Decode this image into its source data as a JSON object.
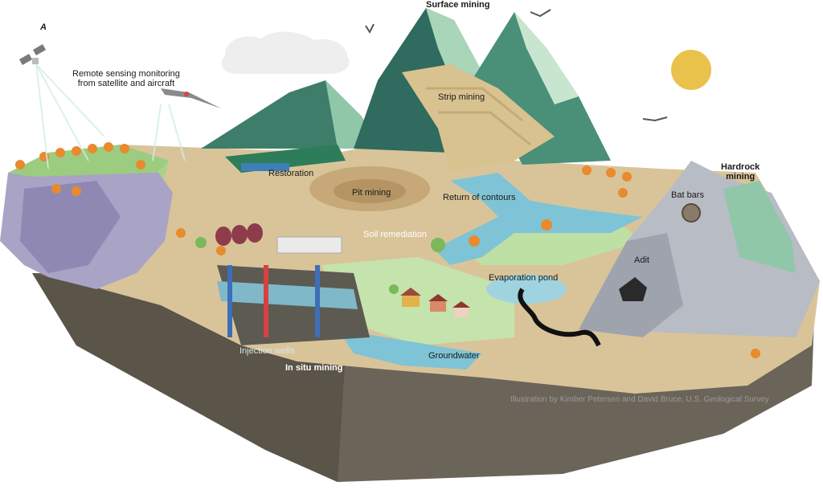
{
  "panel_label": "A",
  "labels": {
    "surface_mining": "Surface mining",
    "remote_sensing": [
      "Remote sensing monitoring",
      "from satellite and aircraft"
    ],
    "strip_mining": "Strip mining",
    "restoration": "Restoration",
    "pit_mining": "Pit mining",
    "return_of_contours": "Return of contours",
    "hardrock_mining": [
      "Hardrock",
      "mining"
    ],
    "bat_bars": "Bat bars",
    "soil_remediation": "Soil remediation",
    "adit": "Adit",
    "evaporation_pond": "Evaporation pond",
    "injection_wells": "Injection wells",
    "groundwater": "Groundwater",
    "in_situ_mining": "In situ mining"
  },
  "credit": "Illustration by Kimber Petersen and David Bruce, U.S. Geological Survey",
  "colors": {
    "sky_cloud": "#eeeeee",
    "sun": "#e8c24a",
    "mountain_dark": "#2f6b5e",
    "mountain_light": "#8fc7a8",
    "ground_tan": "#d9c49a",
    "water": "#7fc4d6",
    "rock_grey": "#b8bcc4",
    "cliff_purple": "#a9a3c6",
    "earth_dark": "#6b6459",
    "grass": "#a9d18e"
  },
  "icons": [
    "satellite-icon",
    "airplane-icon",
    "bird-icon",
    "sun-icon",
    "cloud-icon",
    "tree-icon",
    "house-icon",
    "truck-icon",
    "excavator-icon",
    "wind-turbine-icon",
    "tank-icon",
    "pipe-icon",
    "mine-cart-icon"
  ]
}
